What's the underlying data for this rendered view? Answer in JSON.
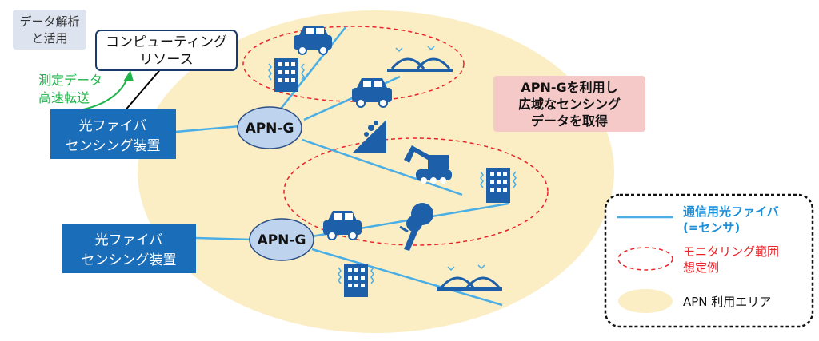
{
  "data_analysis_label": [
    "データ解析",
    "と活用"
  ],
  "computing_label": [
    "コンピューティング",
    "リソース"
  ],
  "transfer_label": [
    "測定データ",
    "高速転送"
  ],
  "sensing_device_label": [
    "光ファイバ",
    "センシング装置"
  ],
  "apng_label": "APN-G",
  "callout_label": [
    "APN-Gを利用し",
    "広域なセンシング",
    "データを取得"
  ],
  "legend": {
    "fiber": [
      "通信用光ファイバ",
      "(=センサ)"
    ],
    "monitor": [
      "モニタリング範囲",
      "想定例"
    ],
    "area": "APN 利用エリア"
  },
  "colors": {
    "area_fill": "#fbeec4",
    "fiber": "#4aaee6",
    "device_box": "#1a6db8",
    "apng_fill": "#bdd3ee",
    "monitor": "#e8242a",
    "icon": "#1d5fa8",
    "callout_fill": "#f6c9c9",
    "transfer": "#1fb54a"
  }
}
